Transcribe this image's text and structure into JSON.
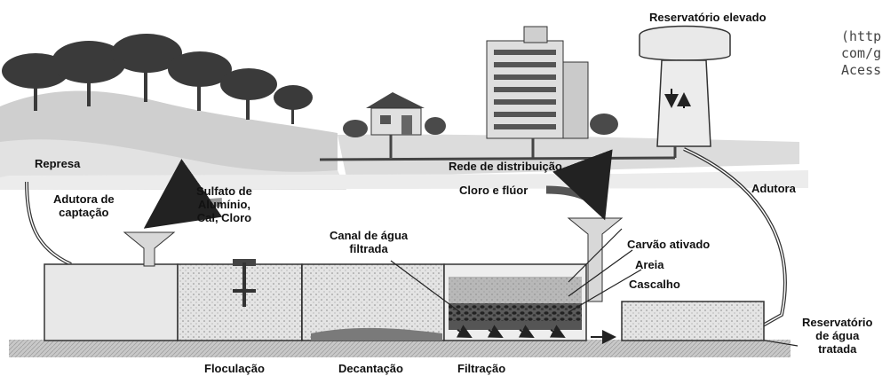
{
  "labels": {
    "reservatorio_elevado": "Reservatório elevado",
    "represa": "Represa",
    "rede_distribuicao": "Rede de distribuição",
    "adutora": "Adutora",
    "adutora_captacao": "Adutora de\ncaptação",
    "sulfato": "Sulfato de\nAlumínio,\nCal, Cloro",
    "cloro_fluor": "Cloro e flúor",
    "canal_agua": "Canal de água\nfiltrada",
    "carvao": "Carvão ativado",
    "areia": "Areia",
    "cascalho": "Cascalho",
    "reservatorio_agua": "Reservatório\nde água\ntratada",
    "floculacao": "Floculação",
    "decantacao": "Decantação",
    "filtracao": "Filtração"
  },
  "source_text": {
    "line1": "(http",
    "line2": "com/g",
    "line3": "Acess"
  },
  "colors": {
    "ground": "#d9d9d9",
    "tank_fill": "#e6e6e6",
    "outline": "#333333",
    "pipe": "#555555",
    "text": "#111111"
  }
}
